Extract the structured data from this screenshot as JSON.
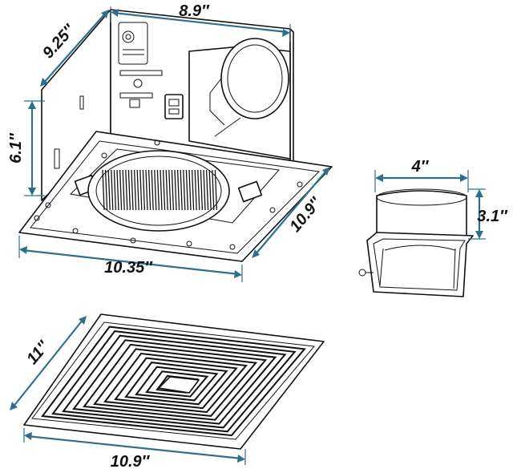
{
  "dimensions": {
    "housing_width": "8.9″",
    "housing_depth": "9.25″",
    "housing_height": "6.1″",
    "flange_width": "10.35″",
    "flange_depth": "10.9″",
    "duct_width": "4″",
    "duct_height": "3.1″",
    "grille_depth": "11″",
    "grille_width": "10.9″"
  },
  "colors": {
    "dimension_line": "#2f6f8c",
    "ink": "#111111",
    "background": "#ffffff"
  }
}
